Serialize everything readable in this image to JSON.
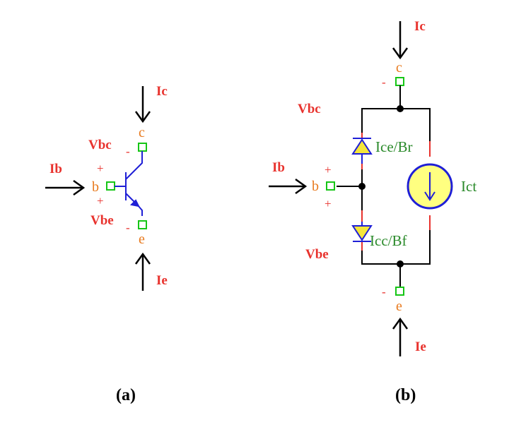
{
  "colors": {
    "label_red": "#e8322d",
    "terminal_orange": "#e87a1e",
    "element_green": "#2a8a2a",
    "transistor_blue": "#1f1fd6",
    "pin_green": "#16c616",
    "source_yellow": "#ffff80"
  },
  "diagram_a": {
    "caption": "(a)",
    "Ic": "Ic",
    "Ib": "Ib",
    "Ie": "Ie",
    "Vbc": "Vbc",
    "Vbe": "Vbe",
    "terminal_c": "c",
    "terminal_b": "b",
    "terminal_e": "e",
    "plus_bc": "+",
    "minus_bc": "-",
    "plus_be": "+",
    "minus_be": "-"
  },
  "diagram_b": {
    "caption": "(b)",
    "Ic": "Ic",
    "Ib": "Ib",
    "Ie": "Ie",
    "Vbc": "Vbc",
    "Vbe": "Vbe",
    "terminal_c": "c",
    "terminal_b": "b",
    "terminal_e": "e",
    "plus_bc": "+",
    "minus_bc": "-",
    "plus_be": "+",
    "minus_be": "-",
    "diode_top": "Ice/Br",
    "diode_bottom": "Icc/Bf",
    "source": "Ict"
  }
}
